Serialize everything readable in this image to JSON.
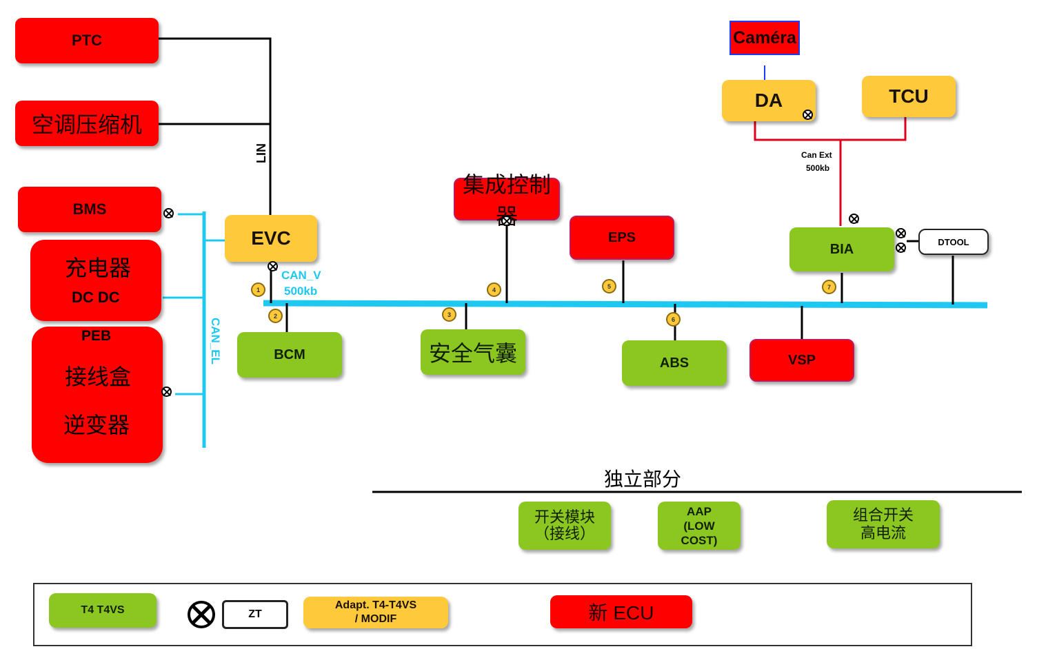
{
  "nodes": {
    "ptc": "PTC",
    "ac_compressor": "空调压缩机",
    "bms": "BMS",
    "charger": "充电器",
    "dcdc": "DC DC",
    "peb": "PEB",
    "junction_box": "接线盒",
    "inverter": "逆变器",
    "evc": "EVC",
    "integrated_controller": "集成控制器",
    "eps": "EPS",
    "bia": "BIA",
    "dtool": "DTOOL",
    "camera": "Caméra",
    "da": "DA",
    "tcu": "TCU",
    "bcm": "BCM",
    "airbag": "安全气囊",
    "abs": "ABS",
    "vsp": "VSP"
  },
  "bus_labels": {
    "lin": "LIN",
    "can_v": "CAN_V",
    "can_v_speed": "500kb",
    "can_el": "CAN_EL",
    "can_ext": "Can Ext",
    "can_ext_speed": "500kb"
  },
  "badges": [
    "1",
    "2",
    "3",
    "4",
    "5",
    "6",
    "7"
  ],
  "independent": {
    "title": "独立部分",
    "switch_module_line1": "开关模块",
    "switch_module_line2": "（接线）",
    "aap_line1": "AAP",
    "aap_line2": "(LOW",
    "aap_line3": "COST)",
    "combo_switch_line1": "组合开关",
    "combo_switch_line2": "高电流"
  },
  "legend": {
    "t4": "T4 T4VS",
    "zt": "ZT",
    "adapt_line1": "Adapt. T4-T4VS",
    "adapt_line2": "/ MODIF",
    "new_ecu": "新 ECU"
  },
  "colors": {
    "new_ecu_red": "#ff0000",
    "adapt_yellow": "#ffc93c",
    "t4_green": "#8cc621",
    "can_bus_cyan": "#1ec8f0",
    "can_ext_red": "#e0001b",
    "camera_link_blue": "#1a3cff"
  }
}
